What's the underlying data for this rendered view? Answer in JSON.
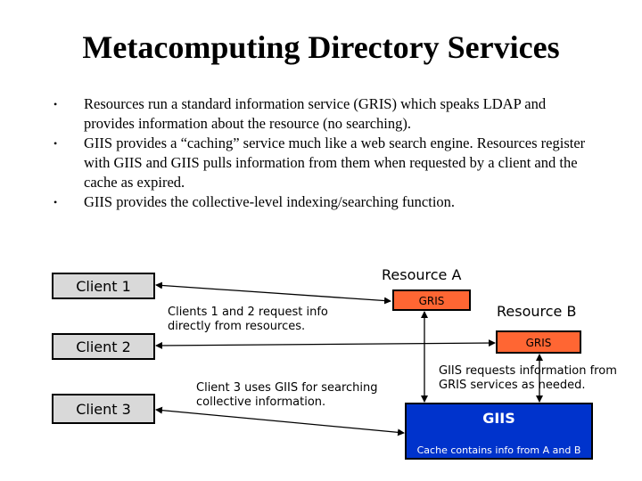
{
  "slide": {
    "title": "Metacomputing Directory Services",
    "bullets": [
      "Resources run a standard information service (GRIS) which speaks LDAP and provides information about the resource (no searching).",
      "GIIS provides a “caching” service much like a web search engine.  Resources register with GIIS and GIIS pulls information from them when requested by a client and the cache as expired.",
      "GIIS provides the collective-level indexing/searching function."
    ]
  },
  "diagram": {
    "clients": [
      "Client 1",
      "Client 2",
      "Client 3"
    ],
    "resource_a": {
      "label": "Resource A",
      "service": "GRIS"
    },
    "resource_b": {
      "label": "Resource B",
      "service": "GRIS"
    },
    "giis": {
      "label": "GIIS",
      "caption": "Cache contains info from A and B"
    },
    "notes": {
      "direct": "Clients 1 and 2 request info directly from resources.",
      "via_giis": "Client 3 uses GIIS for searching collective information.",
      "giis_requests": "GIIS requests information from GRIS services as needed."
    },
    "colors": {
      "gris": "#ff6633",
      "giis": "#0033cc",
      "client": "#d9d9d9"
    }
  }
}
